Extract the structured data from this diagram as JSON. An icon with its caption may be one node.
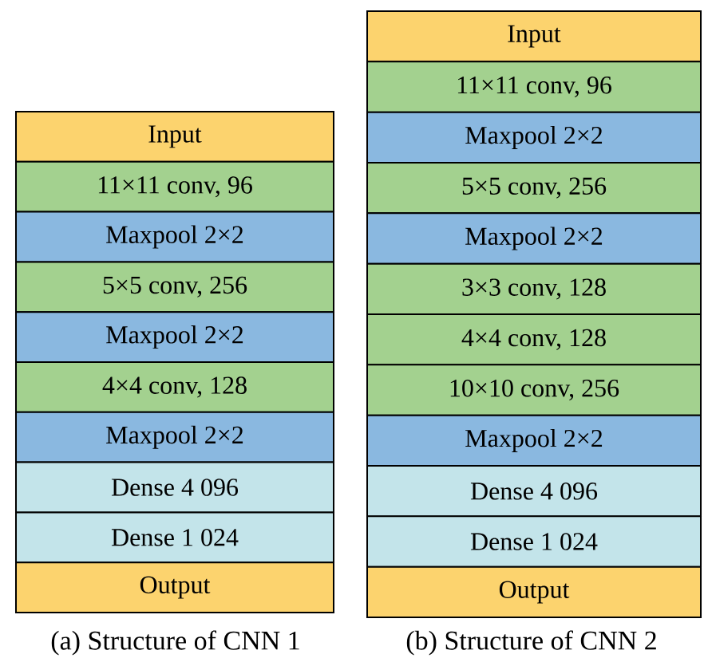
{
  "diagram": {
    "nodes": [
      {
        "text": [
          "Input"
        ]
      },
      {
        "text": [
          "11×11 conv, 96"
        ]
      },
      {
        "text": [
          "Maxpool 2×2"
        ]
      },
      {
        "text": [
          "5×5 conv, 256"
        ]
      },
      {
        "text": [
          "Maxpool 2×2"
        ]
      },
      {
        "text": [
          "4×4 conv, 128"
        ]
      },
      {
        "text": [
          "Maxpool 2×2"
        ]
      },
      {
        "text": [
          "Dense 4 096"
        ]
      },
      {
        "text": [
          "Dense 1 024"
        ]
      },
      {
        "text": [
          "Output"
        ]
      },
      {
        "text": [
          "Input"
        ]
      },
      {
        "text": [
          "11×11 conv, 96"
        ]
      },
      {
        "text": [
          "Maxpool 2×2"
        ]
      },
      {
        "text": [
          "5×5 conv, 256"
        ]
      },
      {
        "text": [
          "Maxpool 2×2"
        ]
      },
      {
        "text": [
          "3×3 conv, 128"
        ]
      },
      {
        "text": [
          "4×4 conv, 128"
        ]
      },
      {
        "text": [
          "10×10 conv, 256"
        ]
      },
      {
        "text": [
          "Maxpool 2×2"
        ]
      },
      {
        "text": [
          "Dense 4 096"
        ]
      },
      {
        "text": [
          "Dense 1 024"
        ]
      },
      {
        "text": [
          "Output"
        ]
      }
    ],
    "labels": [
      "(a) Structure of CNN 1",
      "(b) Structure of CNN 2"
    ]
  }
}
